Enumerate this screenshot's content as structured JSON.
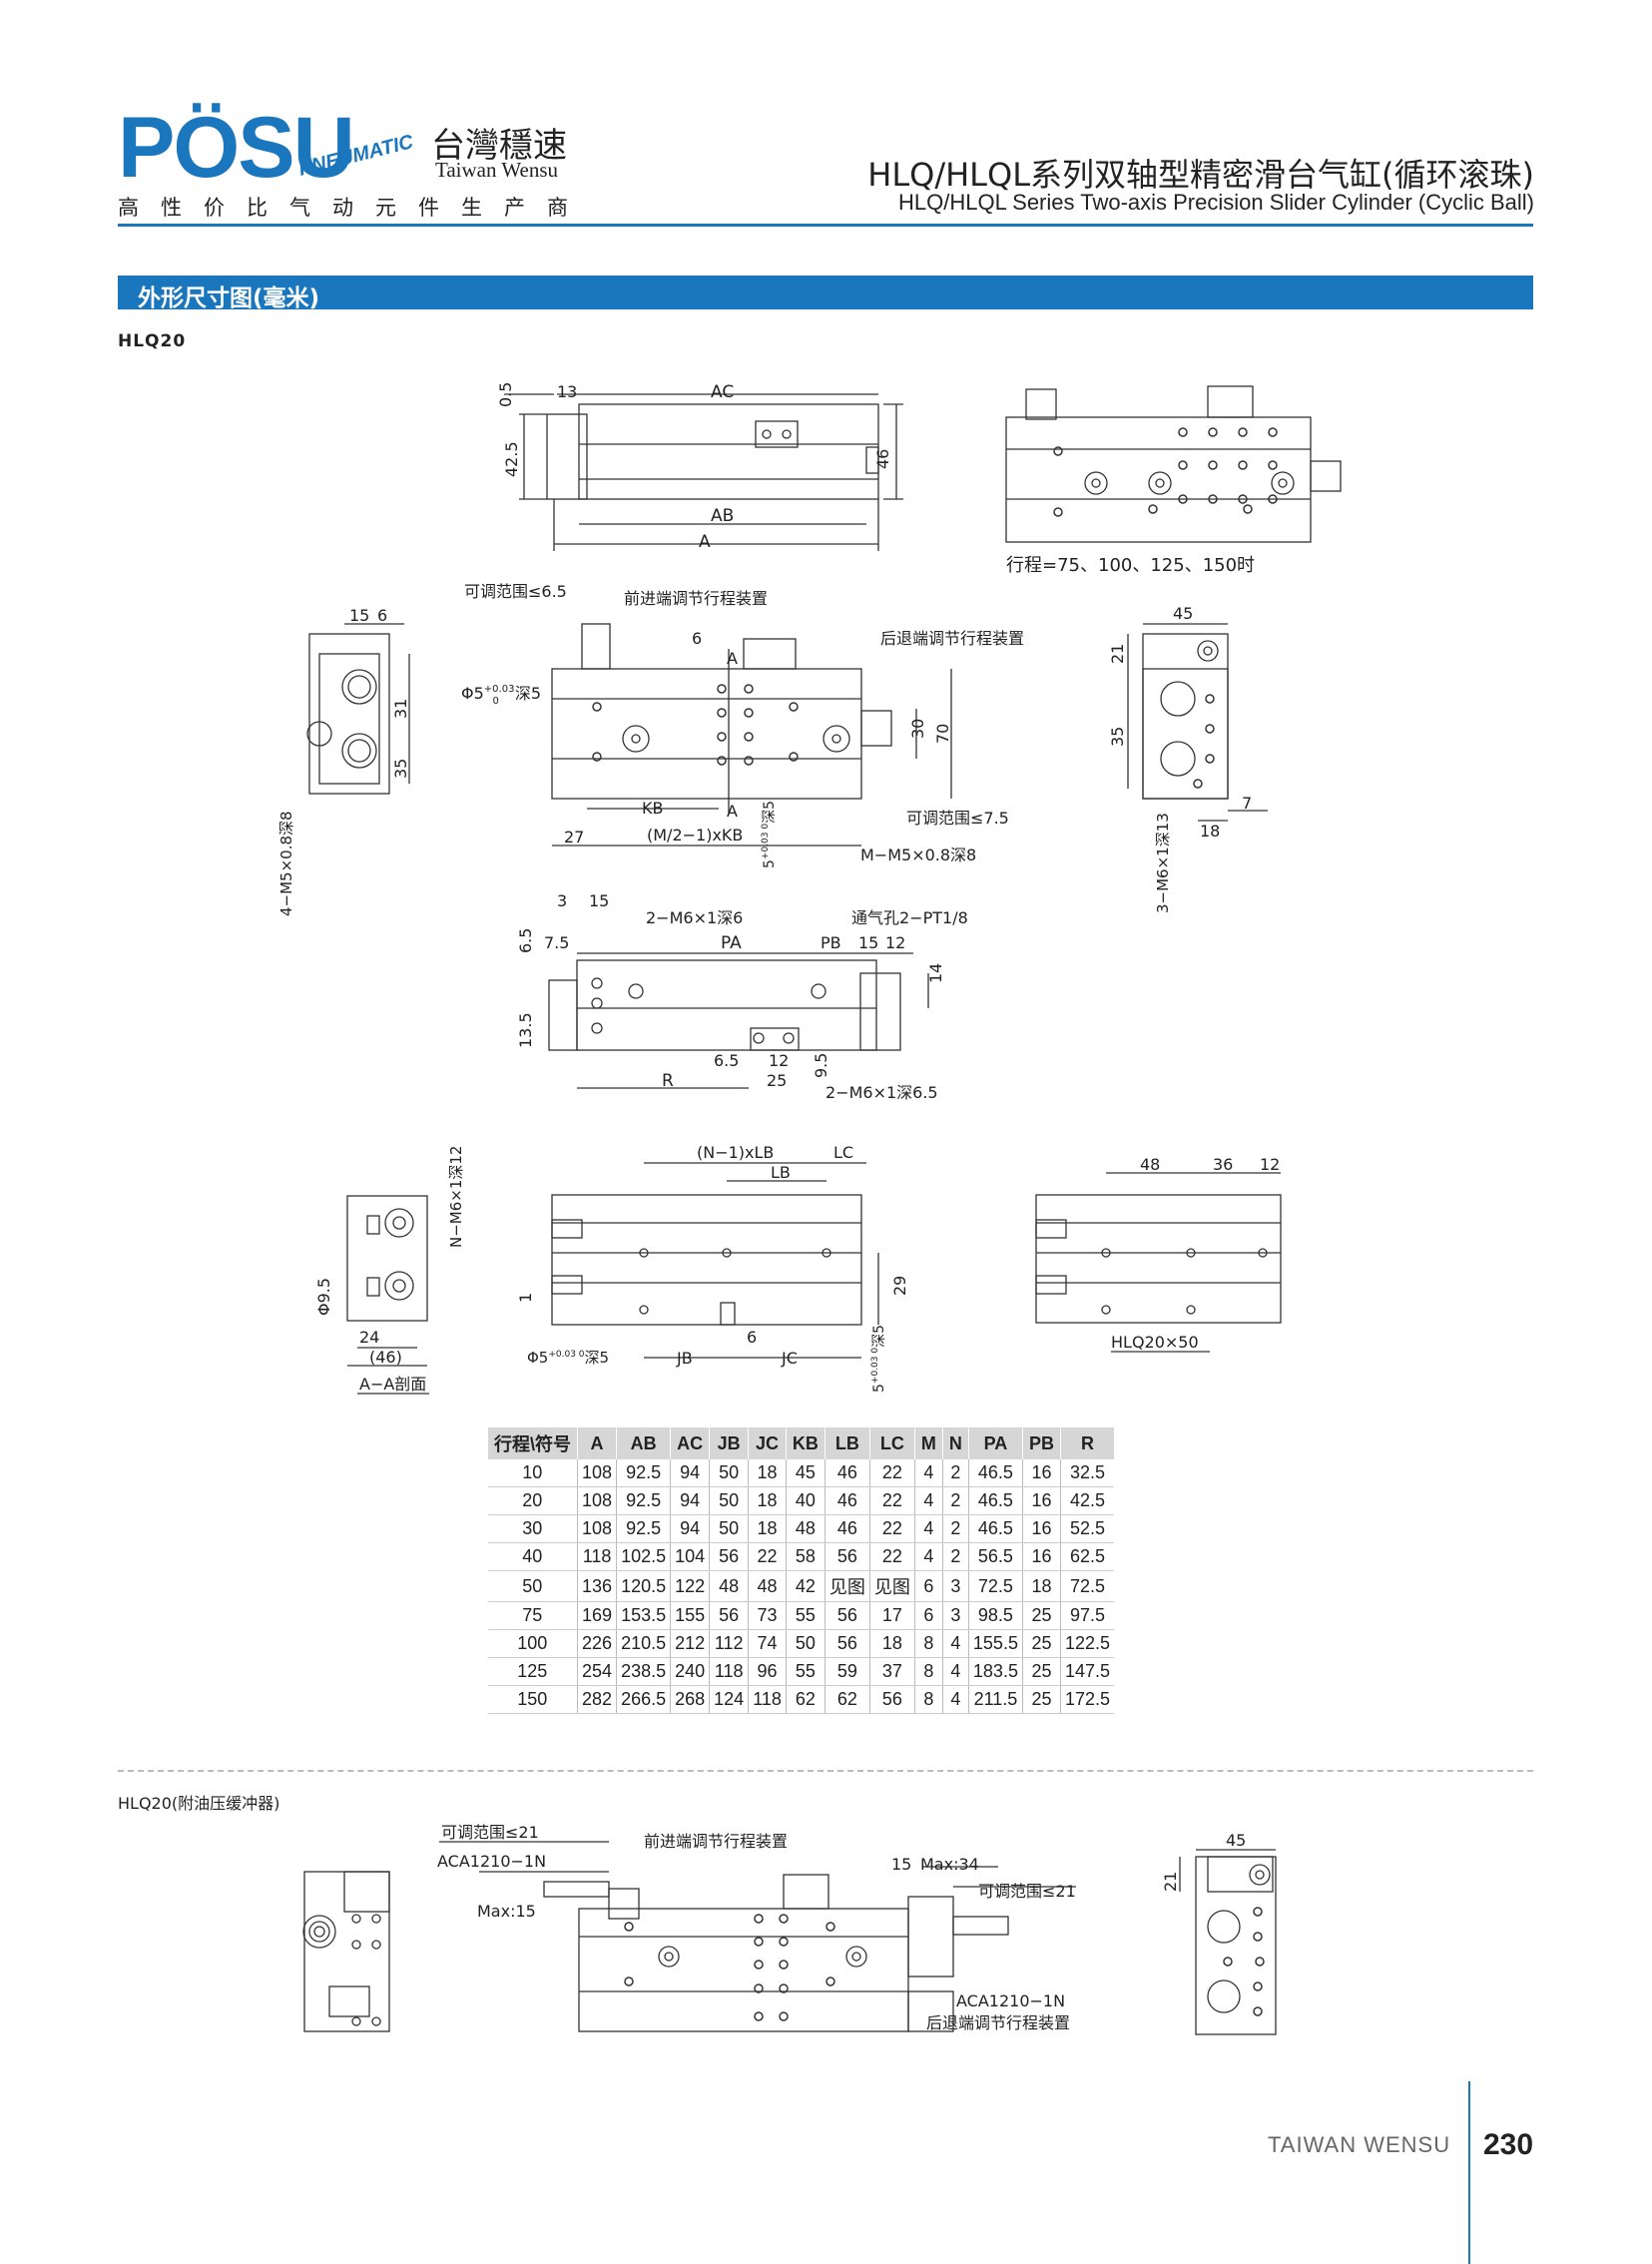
{
  "header": {
    "logo_text": "PÖSU",
    "logo_tagline": "PNEUMATIC",
    "company_cn": "台灣穩速",
    "company_en": "Taiwan Wensu",
    "slogan": "高性价比气动元件生产商",
    "title_cn": "HLQ/HLQL系列双轴型精密滑台气缸(循环滚珠)",
    "title_en": "HLQ/HLQL Series Two-axis Precision Slider Cylinder (Cyclic Ball)"
  },
  "section": {
    "title": "外形尺寸图(毫米)",
    "model": "HLQ20"
  },
  "drawing_labels": {
    "top": {
      "d05": "0.5",
      "d13": "13",
      "ac": "AC",
      "d425": "42.5",
      "d46": "46",
      "ab": "AB",
      "a": "A"
    },
    "right_top": {
      "stroke_note": "行程=75、100、125、150时"
    },
    "front": {
      "adj65": "可调范围≤6.5",
      "front_dev": "前进端调节行程装置",
      "rear_dev": "后退端调节行程装置",
      "d6": "6",
      "sec_a1": "A",
      "sec_a2": "A",
      "phi5": "Φ5",
      "phi5_tol": "+0.03",
      "phi5_tol0": "0",
      "phi5_depth": "深5",
      "d30": "30",
      "d70": "70",
      "kb": "KB",
      "d27": "27",
      "m2kb": "(M/2−1)xKB",
      "d5": "5",
      "d5_tol": "+0.03 0",
      "d5_depth": "深5",
      "adj75": "可调范围≤7.5",
      "mm5": "M−M5×0.8深8"
    },
    "left_side": {
      "d15": "15",
      "d6": "6",
      "d31": "31",
      "d35": "35",
      "m5": "4−M5×0.8深8"
    },
    "right_side": {
      "d45": "45",
      "d21": "21",
      "d35": "35",
      "d7": "7",
      "d18": "18",
      "m6": "3−M6×1深13"
    },
    "bottom": {
      "d3": "3",
      "d15": "15",
      "m6": "2−M6×1深6",
      "vent": "通气孔2−PT1/8",
      "d65": "6.5",
      "d75": "7.5",
      "pa": "PA",
      "pb": "PB",
      "d15b": "15",
      "d12": "12",
      "d14": "14",
      "d135": "13.5",
      "d65b": "6.5",
      "d12b": "12",
      "r": "R",
      "d25": "25",
      "d95": "9.5",
      "m6b": "2−M6×1深6.5"
    },
    "section_view": {
      "nm6": "N−M6×1深12",
      "phi95": "Φ9.5",
      "d24": "24",
      "d46": "(46)",
      "caption": "A−A剖面"
    },
    "lower_front": {
      "nlb": "(N−1)xLB",
      "lc": "LC",
      "lb": "LB",
      "d29": "29",
      "d1": "1",
      "phi5": "Φ5",
      "phi5_tol": "+0.03 0",
      "phi5_depth": "深5",
      "d6": "6",
      "jb": "JB",
      "jc": "JC",
      "d5": "5",
      "d5_tol": "+0.03 0",
      "d5_depth": "深5"
    },
    "lower_right": {
      "d48": "48",
      "d36": "36",
      "d12": "12",
      "caption": "HLQ20×50"
    }
  },
  "table": {
    "headers": [
      "行程\\符号",
      "A",
      "AB",
      "AC",
      "JB",
      "JC",
      "KB",
      "LB",
      "LC",
      "M",
      "N",
      "PA",
      "PB",
      "R"
    ],
    "rows": [
      [
        "10",
        "108",
        "92.5",
        "94",
        "50",
        "18",
        "45",
        "46",
        "22",
        "4",
        "2",
        "46.5",
        "16",
        "32.5"
      ],
      [
        "20",
        "108",
        "92.5",
        "94",
        "50",
        "18",
        "40",
        "46",
        "22",
        "4",
        "2",
        "46.5",
        "16",
        "42.5"
      ],
      [
        "30",
        "108",
        "92.5",
        "94",
        "50",
        "18",
        "48",
        "46",
        "22",
        "4",
        "2",
        "46.5",
        "16",
        "52.5"
      ],
      [
        "40",
        "118",
        "102.5",
        "104",
        "56",
        "22",
        "58",
        "56",
        "22",
        "4",
        "2",
        "56.5",
        "16",
        "62.5"
      ],
      [
        "50",
        "136",
        "120.5",
        "122",
        "48",
        "48",
        "42",
        "见图",
        "见图",
        "6",
        "3",
        "72.5",
        "18",
        "72.5"
      ],
      [
        "75",
        "169",
        "153.5",
        "155",
        "56",
        "73",
        "55",
        "56",
        "17",
        "6",
        "3",
        "98.5",
        "25",
        "97.5"
      ],
      [
        "100",
        "226",
        "210.5",
        "212",
        "112",
        "74",
        "50",
        "56",
        "18",
        "8",
        "4",
        "155.5",
        "25",
        "122.5"
      ],
      [
        "125",
        "254",
        "238.5",
        "240",
        "118",
        "96",
        "55",
        "59",
        "37",
        "8",
        "4",
        "183.5",
        "25",
        "147.5"
      ],
      [
        "150",
        "282",
        "266.5",
        "268",
        "124",
        "118",
        "62",
        "62",
        "56",
        "8",
        "4",
        "211.5",
        "25",
        "172.5"
      ]
    ]
  },
  "buffer": {
    "model": "HLQ20(附油压缓冲器)",
    "adj21a": "可调范围≤21",
    "aca1": "ACA1210−1N",
    "max15": "Max:15",
    "front_dev": "前进端调节行程装置",
    "d15": "15",
    "max34": "Max:34",
    "adj21b": "可调范围≤21",
    "aca2": "ACA1210−1N",
    "rear_dev": "后退端调节行程装置",
    "d45": "45",
    "d21": "21"
  },
  "footer": {
    "brand": "TAIWAN WENSU",
    "page": "230"
  },
  "colors": {
    "brand_blue": "#1a76bd"
  }
}
